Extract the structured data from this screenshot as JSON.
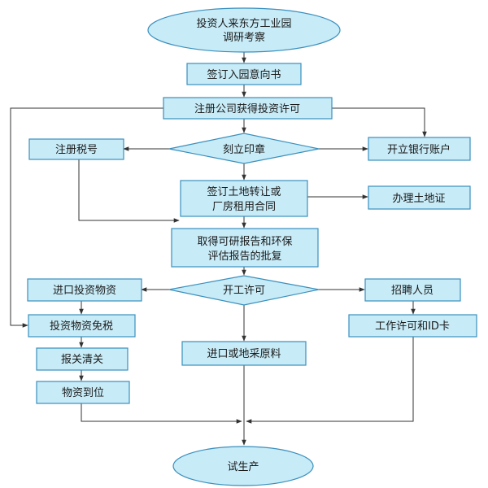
{
  "nodes": {
    "start": [
      "投资人来东方工业园",
      "调研考察"
    ],
    "sign_intent": [
      "签订入园意向书"
    ],
    "register_company": [
      "注册公司获得投资许可"
    ],
    "carve_seal": [
      "刻立印章"
    ],
    "tax_register": [
      "注册税号"
    ],
    "bank_account": [
      "开立银行账户"
    ],
    "land_contract": [
      "签订土地转让或",
      "厂房租用合同"
    ],
    "land_cert": [
      "办理土地证"
    ],
    "feasibility": [
      "取得可研报告和环保",
      "评估报告的批复"
    ],
    "start_permit": [
      "开工许可"
    ],
    "import_goods": [
      "进口投资物资"
    ],
    "tax_exempt": [
      "投资物资免税"
    ],
    "customs": [
      "报关清关"
    ],
    "arrival": [
      "物资到位"
    ],
    "raw_materials": [
      "进口或地采原料"
    ],
    "recruit": [
      "招聘人员"
    ],
    "work_permit": [
      "工作许可和ID卡"
    ],
    "trial": [
      "试生产"
    ]
  }
}
